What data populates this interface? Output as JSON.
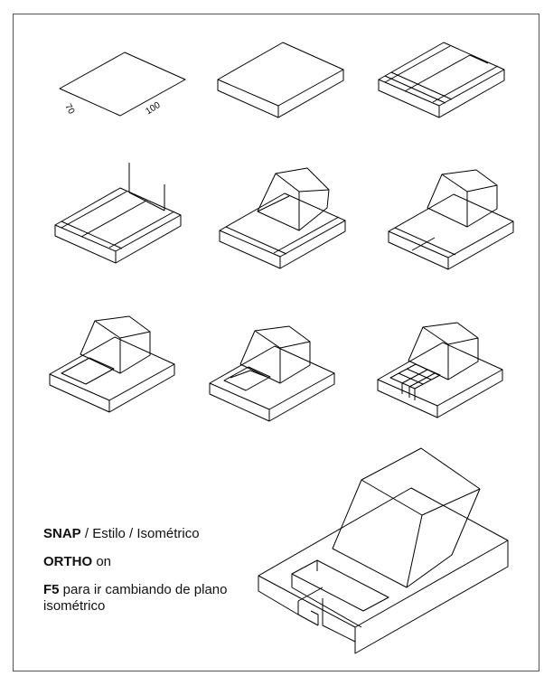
{
  "steps": [
    {
      "id": 1,
      "dimensions": [
        "70",
        "100"
      ]
    },
    {
      "id": 2
    },
    {
      "id": 3
    },
    {
      "id": 4
    },
    {
      "id": 5
    },
    {
      "id": 6
    },
    {
      "id": 7
    },
    {
      "id": 8
    },
    {
      "id": 9
    },
    {
      "id": 10
    }
  ],
  "instructions": {
    "snap_keyword": "SNAP",
    "snap_rest": " / Estilo / Isométrico",
    "ortho_keyword": "ORTHO",
    "ortho_rest": " on",
    "f5_keyword": "F5",
    "f5_rest": " para ir cambiando de plano isométrico"
  }
}
